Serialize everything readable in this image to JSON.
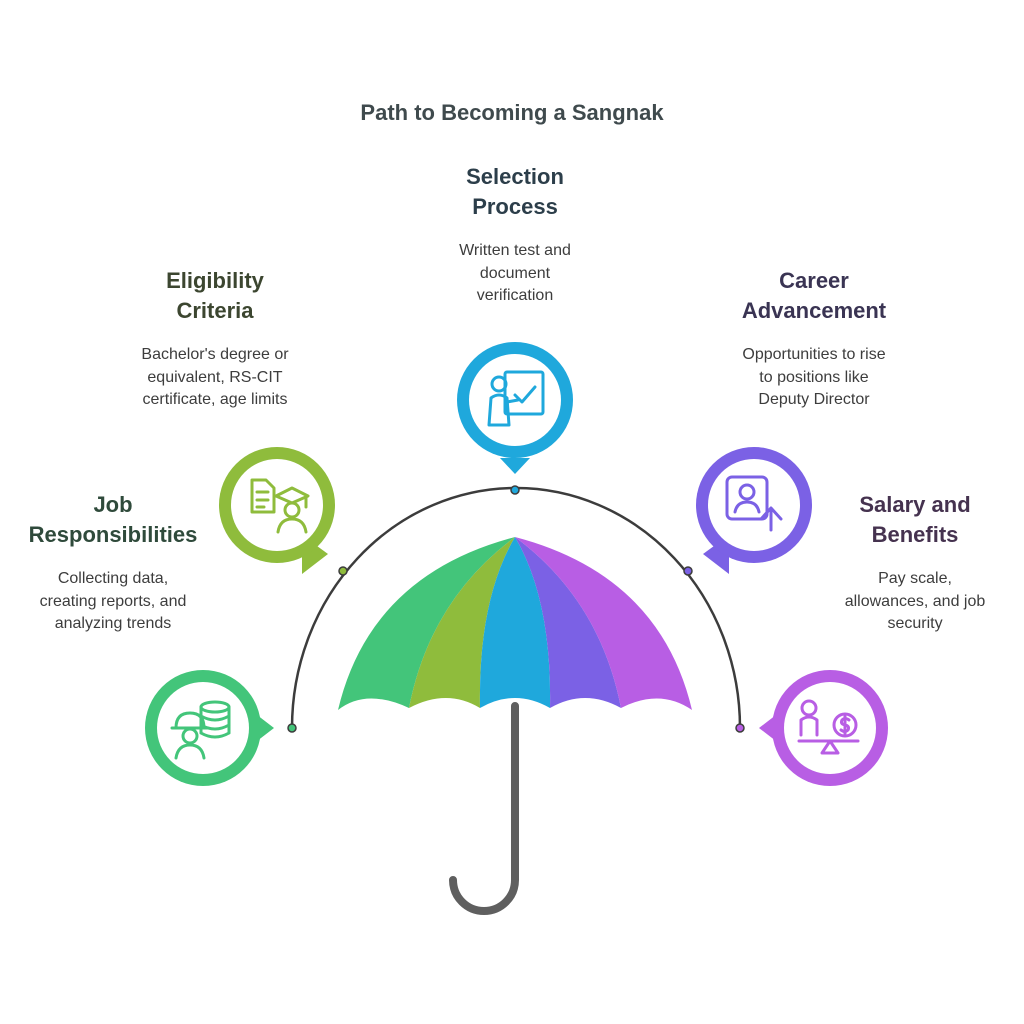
{
  "title": "Path to Becoming a Sangnak",
  "colors": {
    "teal_green": "#43c57a",
    "lime_green": "#8fbc3c",
    "sky_blue": "#1fa8dc",
    "violet": "#7b61e5",
    "purple": "#b85ee4",
    "arc": "#3c3c3c",
    "handle": "#5f5f5f"
  },
  "items": [
    {
      "id": "job",
      "heading": "Job\nResponsibilities",
      "description": "Collecting data,\ncreating reports, and\nanalyzing trends",
      "color": "#43c57a",
      "heading_color": "#2f4a3b",
      "icon": "worker-with-database-icon"
    },
    {
      "id": "eligibility",
      "heading": "Eligibility\nCriteria",
      "description": "Bachelor's degree or\nequivalent, RS-CIT\ncertificate, age limits",
      "color": "#8fbc3c",
      "heading_color": "#3c4630",
      "icon": "document-graduate-icon"
    },
    {
      "id": "selection",
      "heading": "Selection\nProcess",
      "description": "Written test and\ndocument\nverification",
      "color": "#1fa8dc",
      "heading_color": "#2c3e4a",
      "icon": "presenter-checkmark-icon"
    },
    {
      "id": "career",
      "heading": "Career\nAdvancement",
      "description": "Opportunities to rise\nto positions like\nDeputy Director",
      "color": "#7b61e5",
      "heading_color": "#3a3453",
      "icon": "profile-arrow-up-icon"
    },
    {
      "id": "salary",
      "heading": "Salary and\nBenefits",
      "description": "Pay scale,\nallowances, and job\nsecurity",
      "color": "#b85ee4",
      "heading_color": "#45324f",
      "icon": "person-dollar-scale-icon"
    }
  ]
}
